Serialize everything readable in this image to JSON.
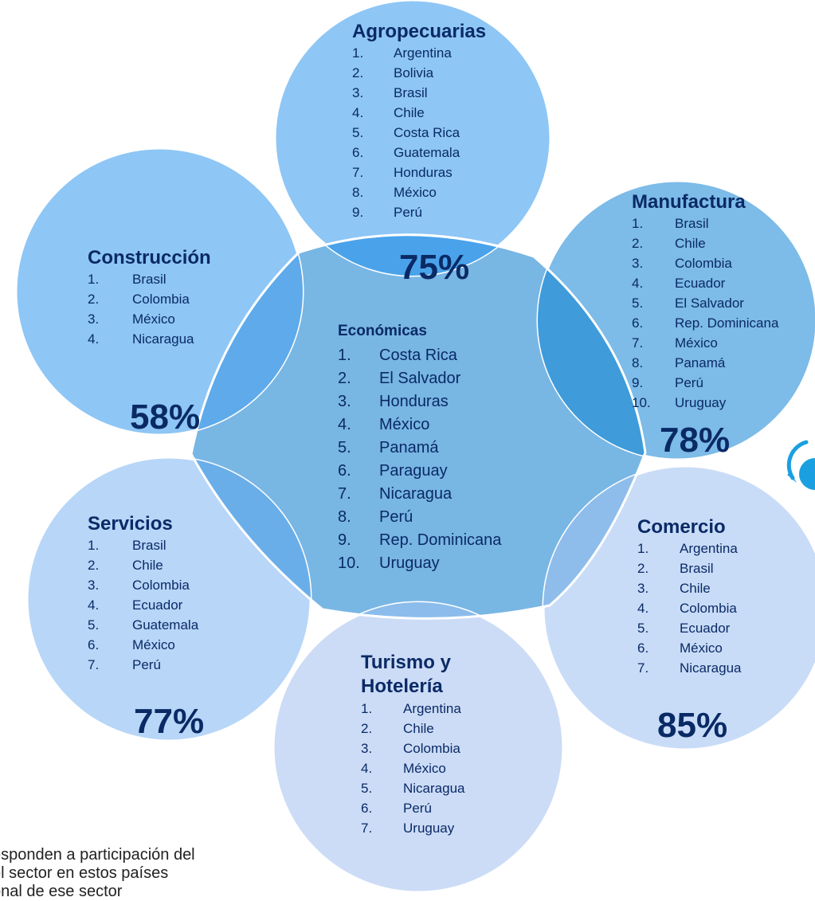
{
  "colors": {
    "circle_top": "#8ec6f5",
    "circle_dark": "#7dbbe8",
    "circle_mid": "#a9cff5",
    "circle_light": "#c9dcf7",
    "center": "#78b6e4",
    "overlap": "#4a9fe6",
    "text": "#0a2a66",
    "refresh_icon": "#1aa0e0"
  },
  "center": {
    "title": "Económicas",
    "items": [
      "Costa Rica",
      "El Salvador",
      "Honduras",
      "México",
      "Panamá",
      "Paraguay",
      "Nicaragua",
      "Perú",
      "Rep. Dominicana",
      "Uruguay"
    ]
  },
  "sectors": {
    "agro": {
      "title": "Agropecuarias",
      "pct": "75%",
      "items": [
        "Argentina",
        "Bolivia",
        "Brasil",
        "Chile",
        "Costa Rica",
        "Guatemala",
        "Honduras",
        "México",
        "Perú"
      ]
    },
    "manufactura": {
      "title": "Manufactura",
      "pct": "78%",
      "items": [
        "Brasil",
        "Chile",
        "Colombia",
        "Ecuador",
        "El Salvador",
        "Rep. Dominicana",
        "México",
        "Panamá",
        "Perú",
        "Uruguay"
      ]
    },
    "comercio": {
      "title": "Comercio",
      "pct": "85%",
      "items": [
        "Argentina",
        "Brasil",
        "Chile",
        "Colombia",
        "Ecuador",
        "México",
        "Nicaragua"
      ]
    },
    "turismo": {
      "title_line1": "Turismo y",
      "title_line2": "Hotelería",
      "items": [
        "Argentina",
        "Chile",
        "Colombia",
        "México",
        "Nicaragua",
        "Perú",
        "Uruguay"
      ]
    },
    "servicios": {
      "title": "Servicios",
      "pct": "77%",
      "items": [
        "Brasil",
        "Chile",
        "Colombia",
        "Ecuador",
        "Guatemala",
        "México",
        "Perú"
      ]
    },
    "construccion": {
      "title": "Construcción",
      "pct": "58%",
      "items": [
        "Brasil",
        "Colombia",
        "México",
        "Nicaragua"
      ]
    }
  },
  "note": {
    "line1": "esponden a participación del",
    "line2": "el sector en estos países",
    "line3": "onal de ese sector"
  }
}
